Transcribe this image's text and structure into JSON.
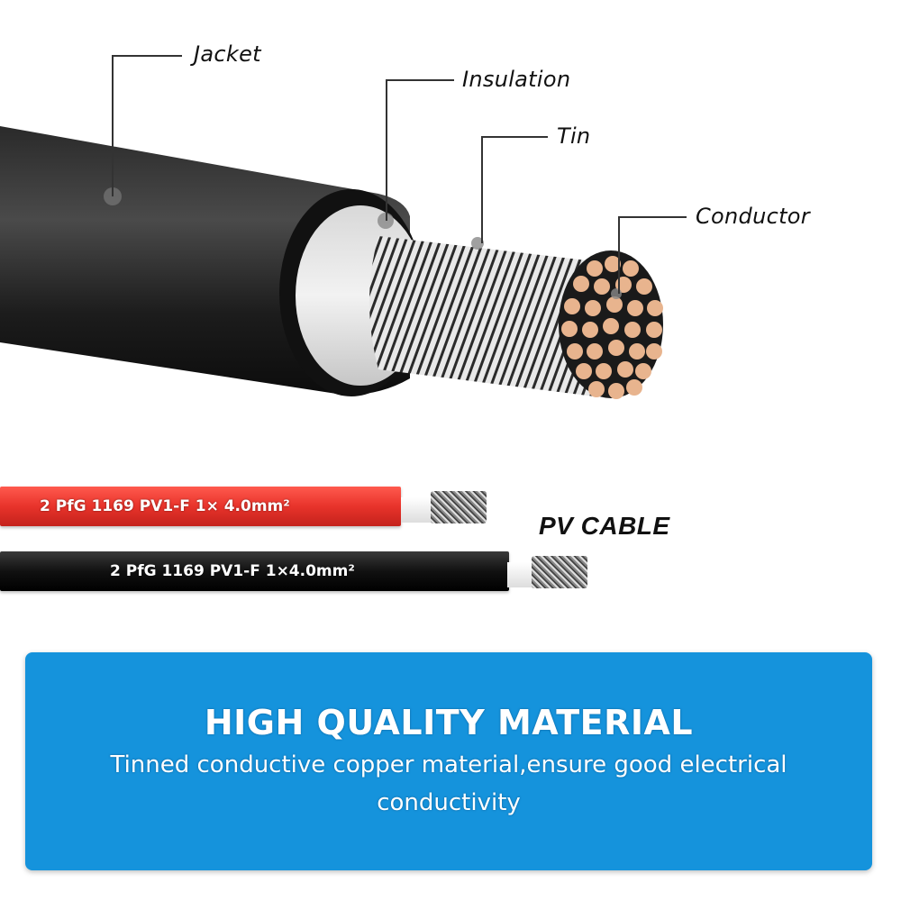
{
  "callouts": {
    "jacket": "Jacket",
    "insulation": "Insulation",
    "tin": "Tin",
    "conductor": "Conductor"
  },
  "pv_cables": {
    "red": {
      "label": "2 PfG 1169 PV1-F 1× 4.0mm²",
      "color": "#e8332b"
    },
    "black": {
      "label": "2 PfG 1169 PV1-F 1×4.0mm²",
      "color": "#111111"
    },
    "title": "PV CABLE"
  },
  "banner": {
    "title": "HIGH QUALITY MATERIAL",
    "description": "Tinned conductive copper material,ensure good electrical conductivity",
    "color": "#1593dc"
  }
}
